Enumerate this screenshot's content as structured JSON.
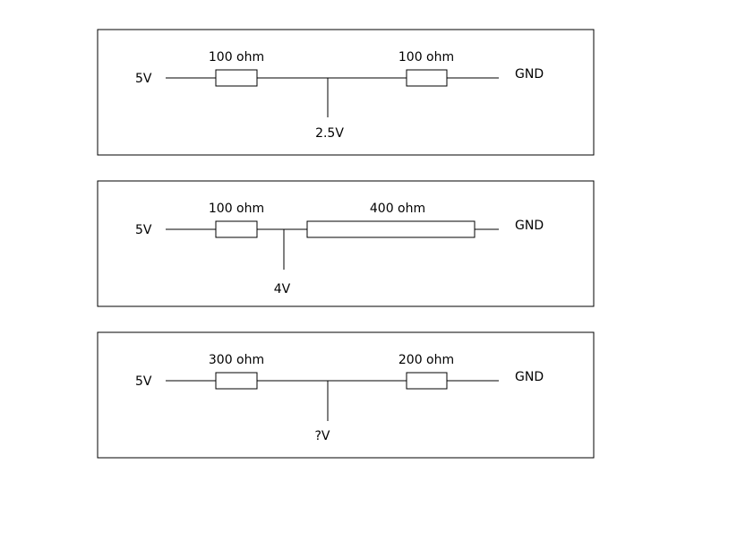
{
  "diagrams": [
    {
      "source_label": "5V",
      "ground_label": "GND",
      "r1_label": "100 ohm",
      "r2_label": "100 ohm",
      "output_label": "2.5V"
    },
    {
      "source_label": "5V",
      "ground_label": "GND",
      "r1_label": "100 ohm",
      "r2_label": "400 ohm",
      "output_label": "4V"
    },
    {
      "source_label": "5V",
      "ground_label": "GND",
      "r1_label": "300 ohm",
      "r2_label": "200 ohm",
      "output_label": "?V"
    }
  ],
  "colors": {
    "line": "#000000",
    "background": "#ffffff"
  }
}
